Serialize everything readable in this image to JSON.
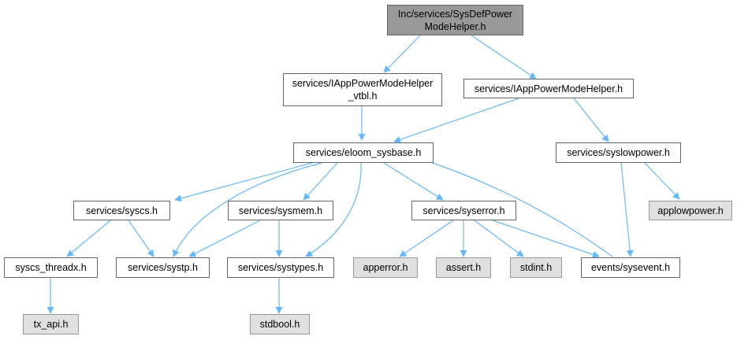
{
  "diagram": {
    "edge_color": "#63b8ff",
    "nodes": {
      "root": [
        "Inc/services/SysDefPower",
        "ModeHelper.h"
      ],
      "vtbl": [
        "services/IAppPowerModeHelper",
        "_vtbl.h"
      ],
      "iapp": "services/IAppPowerModeHelper.h",
      "eloom": "services/eloom_sysbase.h",
      "syslowpower": "services/syslowpower.h",
      "applowpower": "applowpower.h",
      "syscs": "services/syscs.h",
      "sysmem": "services/sysmem.h",
      "syserror": "services/syserror.h",
      "syscs_threadx": "syscs_threadx.h",
      "systp": "services/systp.h",
      "systypes": "services/systypes.h",
      "apperror": "apperror.h",
      "assert": "assert.h",
      "stdint": "stdint.h",
      "sysevent": "events/sysevent.h",
      "tx_api": "tx_api.h",
      "stdbool": "stdbool.h"
    }
  }
}
